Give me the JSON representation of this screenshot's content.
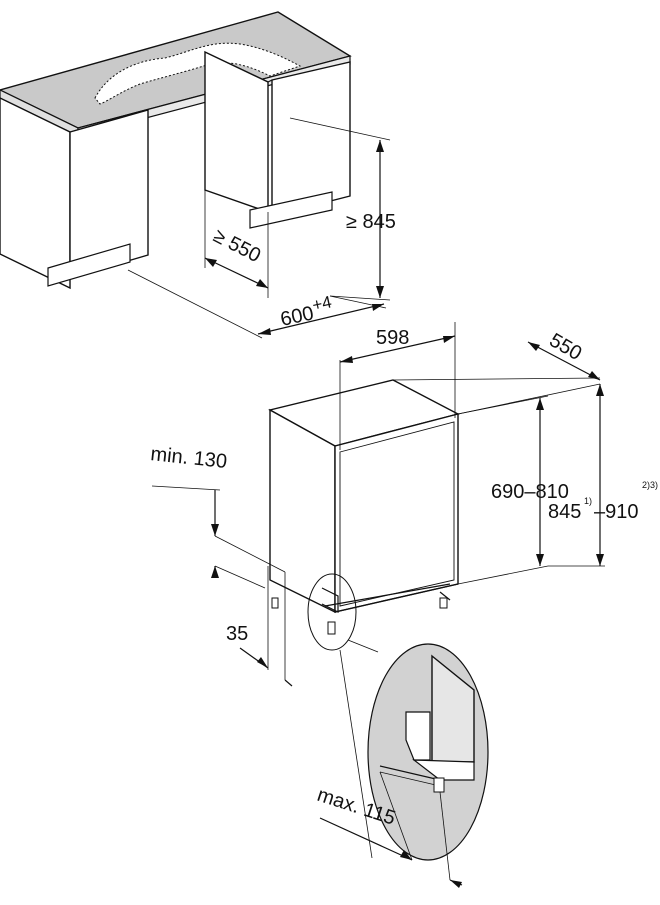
{
  "dimensions": {
    "niche_height": "≥ 845",
    "niche_depth": "≥ 550",
    "niche_width_base": "600",
    "niche_width_tol": "+4",
    "appliance_width": "598",
    "appliance_depth": "550",
    "door_height": "690–810",
    "total_height_a": "845",
    "total_height_a_note": "1)",
    "total_height_sep": "–910",
    "total_height_b_note": "2)3)",
    "plinth_min": "min. 130",
    "plinth_height": "35",
    "door_overhang": "max. 115"
  },
  "colors": {
    "line": "#111111",
    "worktop": "#c9c9c9",
    "cabinet": "#ffffff",
    "inner_shade": "#dcdcdc",
    "detail_circle": "#d2d2d2"
  }
}
